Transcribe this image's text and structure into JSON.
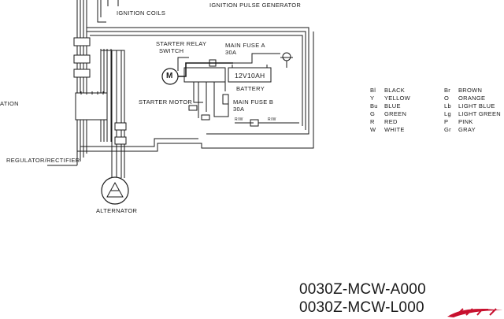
{
  "labels": {
    "ignition_coils": "IGNITION COILS",
    "ignition_pulse_generator": "IGNITION PULSE GENERATOR",
    "starter_relay_switch_line1": "STARTER RELAY",
    "starter_relay_switch_line2": "SWITCH",
    "main_fuse_a_line1": "MAIN FUSE A",
    "main_fuse_a_line2": "30A",
    "battery_rating": "12V10AH",
    "battery": "BATTERY",
    "starter_motor": "STARTER MOTOR",
    "main_fuse_b_line1": "MAIN FUSE B",
    "main_fuse_b_line2": "30A",
    "ignition_fragment": "ATION",
    "regulator_rectifier": "REGULATOR/RECTIFIER",
    "alternator": "ALTERNATOR",
    "motor_symbol": "M",
    "wire_r_w_1": "R/W",
    "wire_r_w_2": "R/W"
  },
  "color_legend": [
    {
      "code": "Bl",
      "color": "BLACK"
    },
    {
      "code": "Y",
      "color": "YELLOW"
    },
    {
      "code": "Bu",
      "color": "BLUE"
    },
    {
      "code": "G",
      "color": "GREEN"
    },
    {
      "code": "R",
      "color": "RED"
    },
    {
      "code": "W",
      "color": "WHITE"
    },
    {
      "code": "Br",
      "color": "BROWN"
    },
    {
      "code": "O",
      "color": "ORANGE"
    },
    {
      "code": "Lb",
      "color": "LIGHT BLUE"
    },
    {
      "code": "Lg",
      "color": "LIGHT GREEN"
    },
    {
      "code": "P",
      "color": "PINK"
    },
    {
      "code": "Gr",
      "color": "GRAY"
    }
  ],
  "part_numbers": [
    "0030Z-MCW-A000",
    "0030Z-MCW-L000"
  ],
  "colors": {
    "ink": "#1a1a1a",
    "logo_red": "#c8102e"
  }
}
